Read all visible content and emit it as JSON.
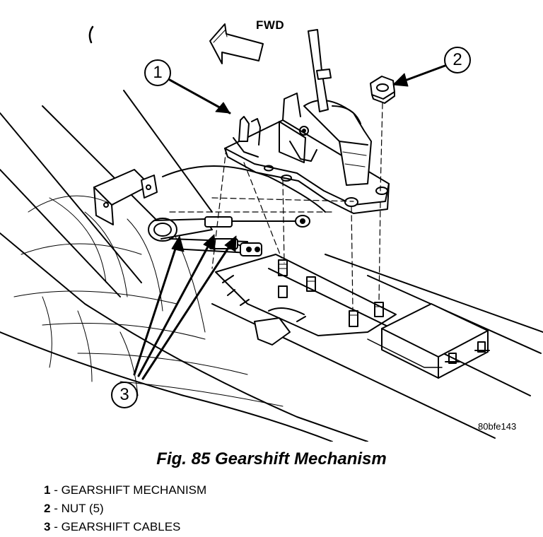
{
  "direction_label": "FWD",
  "image_code": "80bfe143",
  "callouts": [
    "1",
    "2",
    "3"
  ],
  "caption": "Fig. 85 Gearshift Mechanism",
  "legend": [
    {
      "num": "1",
      "sep": " - ",
      "text": "GEARSHIFT MECHANISM"
    },
    {
      "num": "2",
      "sep": " - ",
      "text": "NUT (5)"
    },
    {
      "num": "3",
      "sep": " - ",
      "text": "GEARSHIFT CABLES"
    }
  ]
}
